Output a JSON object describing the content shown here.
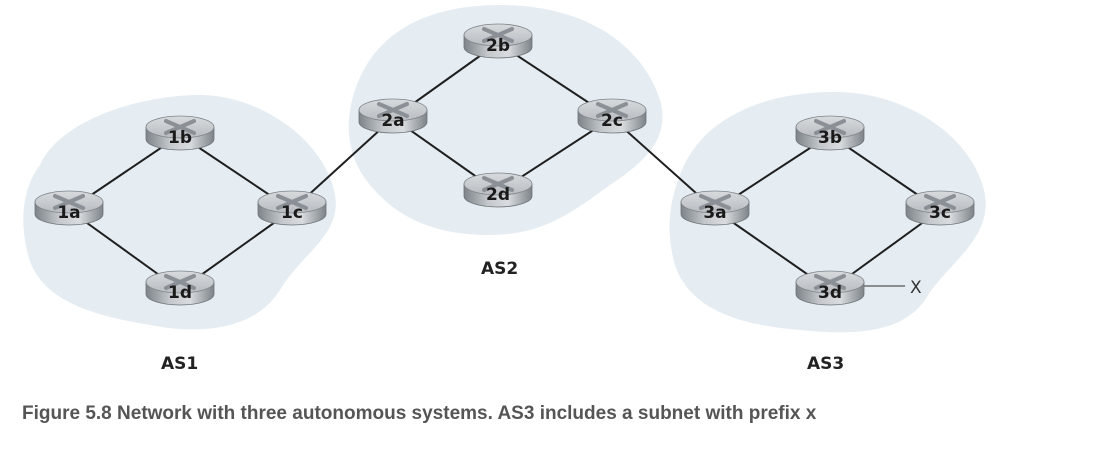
{
  "figure": {
    "caption": "Figure 5.8 Network with three autonomous systems. AS3 includes a subnet with prefix x"
  },
  "colors": {
    "cloud_fill": "#e5ecf2",
    "link": "#1f1f1f",
    "router_top": "#c9cdd1",
    "router_side": "#8f959a"
  },
  "autonomous_systems": [
    {
      "id": "AS1",
      "label": "AS1",
      "routers": [
        "1a",
        "1b",
        "1c",
        "1d"
      ]
    },
    {
      "id": "AS2",
      "label": "AS2",
      "routers": [
        "2a",
        "2b",
        "2c",
        "2d"
      ]
    },
    {
      "id": "AS3",
      "label": "AS3",
      "routers": [
        "3a",
        "3b",
        "3c",
        "3d"
      ]
    }
  ],
  "routers": [
    {
      "id": "1a",
      "label": "1a"
    },
    {
      "id": "1b",
      "label": "1b"
    },
    {
      "id": "1c",
      "label": "1c"
    },
    {
      "id": "1d",
      "label": "1d"
    },
    {
      "id": "2a",
      "label": "2a"
    },
    {
      "id": "2b",
      "label": "2b"
    },
    {
      "id": "2c",
      "label": "2c"
    },
    {
      "id": "2d",
      "label": "2d"
    },
    {
      "id": "3a",
      "label": "3a"
    },
    {
      "id": "3b",
      "label": "3b"
    },
    {
      "id": "3c",
      "label": "3c"
    },
    {
      "id": "3d",
      "label": "3d"
    }
  ],
  "links": [
    [
      "1a",
      "1b"
    ],
    [
      "1b",
      "1c"
    ],
    [
      "1c",
      "1d"
    ],
    [
      "1d",
      "1a"
    ],
    [
      "1c",
      "2a"
    ],
    [
      "2a",
      "2b"
    ],
    [
      "2b",
      "2c"
    ],
    [
      "2c",
      "2d"
    ],
    [
      "2d",
      "2a"
    ],
    [
      "2c",
      "3a"
    ],
    [
      "3a",
      "3b"
    ],
    [
      "3b",
      "3c"
    ],
    [
      "3c",
      "3d"
    ],
    [
      "3d",
      "3a"
    ]
  ],
  "subnet": {
    "attached_to": "3d",
    "label": "X"
  }
}
